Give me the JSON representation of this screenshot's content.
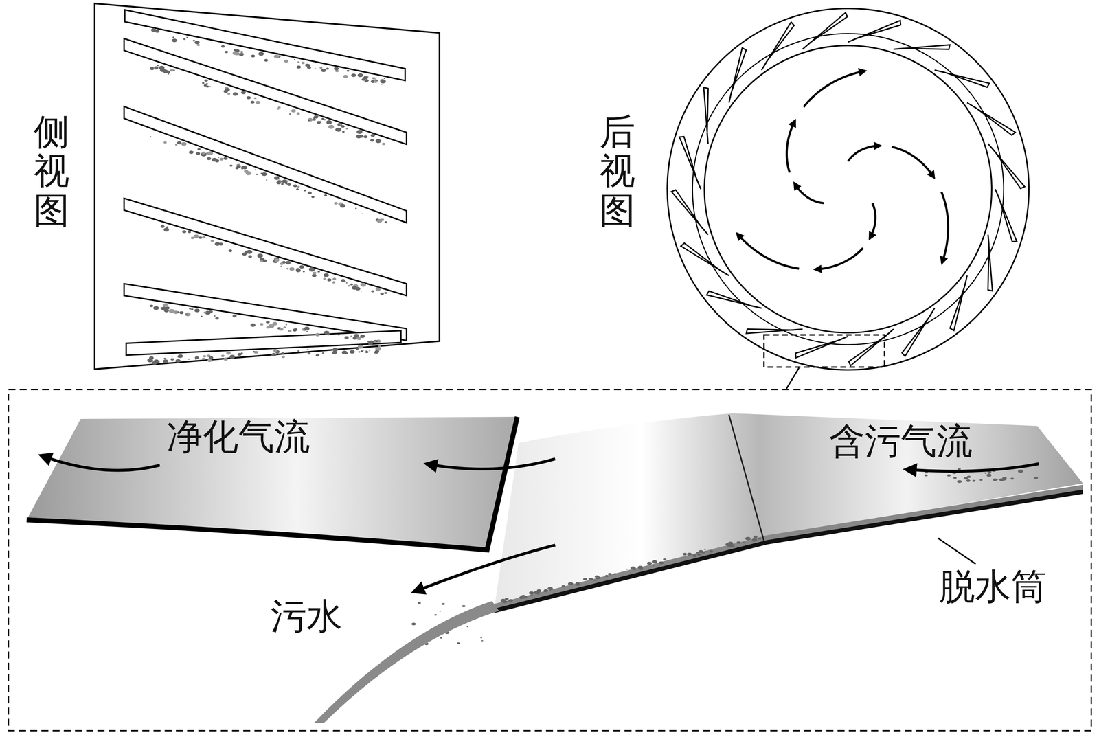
{
  "diagram": {
    "labels": [
      "侧视图",
      "后视图",
      "净化气流",
      "含污气流",
      "污水",
      "脱水筒"
    ]
  }
}
